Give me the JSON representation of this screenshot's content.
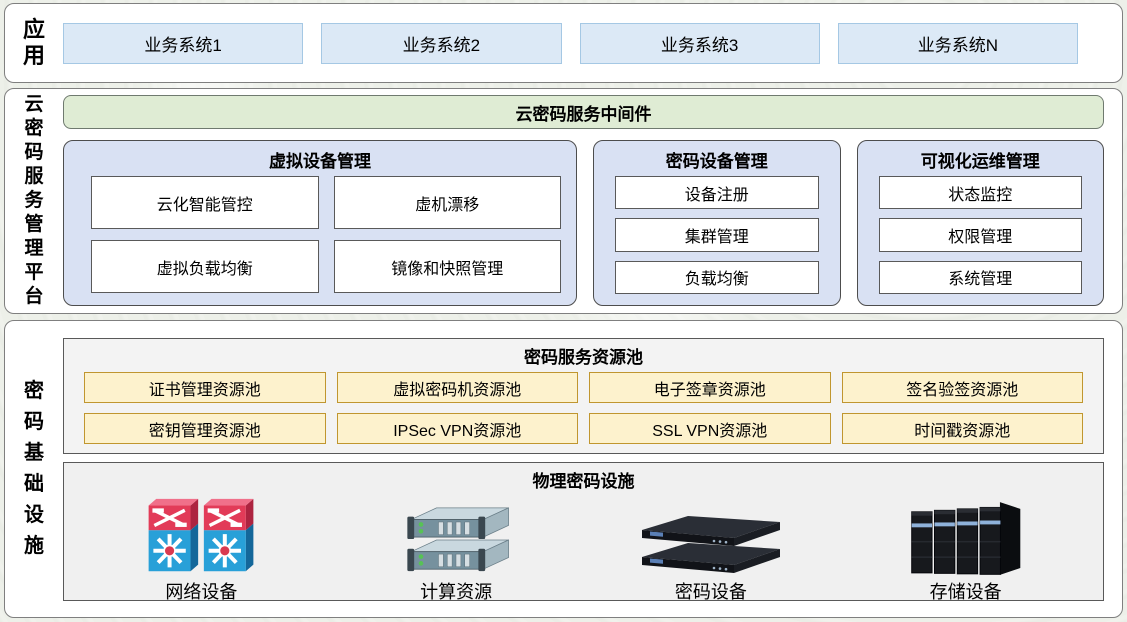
{
  "app_layer": {
    "label": "应用",
    "systems": [
      "业务系统1",
      "业务系统2",
      "业务系统3",
      "业务系统N"
    ]
  },
  "platform_layer": {
    "label": "云密码服务管理平台",
    "middleware": "云密码服务中间件",
    "panels": [
      {
        "title": "虚拟设备管理",
        "items": [
          "云化智能管控",
          "虚机漂移",
          "虚拟负载均衡",
          "镜像和快照管理"
        ]
      },
      {
        "title": "密码设备管理",
        "items": [
          "设备注册",
          "集群管理",
          "负载均衡"
        ]
      },
      {
        "title": "可视化运维管理",
        "items": [
          "状态监控",
          "权限管理",
          "系统管理"
        ]
      }
    ]
  },
  "infra_layer": {
    "label": "密码基础设施",
    "resource_pool": {
      "title": "密码服务资源池",
      "pools": [
        "证书管理资源池",
        "虚拟密码机资源池",
        "电子签章资源池",
        "签名验签资源池",
        "密钥管理资源池",
        "IPSec VPN资源池",
        "SSL VPN资源池",
        "时间戳资源池"
      ]
    },
    "physical": {
      "title": "物理密码设施",
      "devices": [
        {
          "name": "网络设备",
          "icon": "network-switch-icon"
        },
        {
          "name": "计算资源",
          "icon": "server-stack-icon"
        },
        {
          "name": "密码设备",
          "icon": "crypto-appliance-icon"
        },
        {
          "name": "存储设备",
          "icon": "storage-array-icon"
        }
      ]
    }
  },
  "colors": {
    "middleware_green": "#dfecd4",
    "panel_blue": "#d9e1f3",
    "app_box_blue": "#dce9f6",
    "pool_yellow": "#fdf2cd",
    "pool_yellow_border": "#c0962f",
    "outer_border_gray": "#7f7f7f"
  }
}
